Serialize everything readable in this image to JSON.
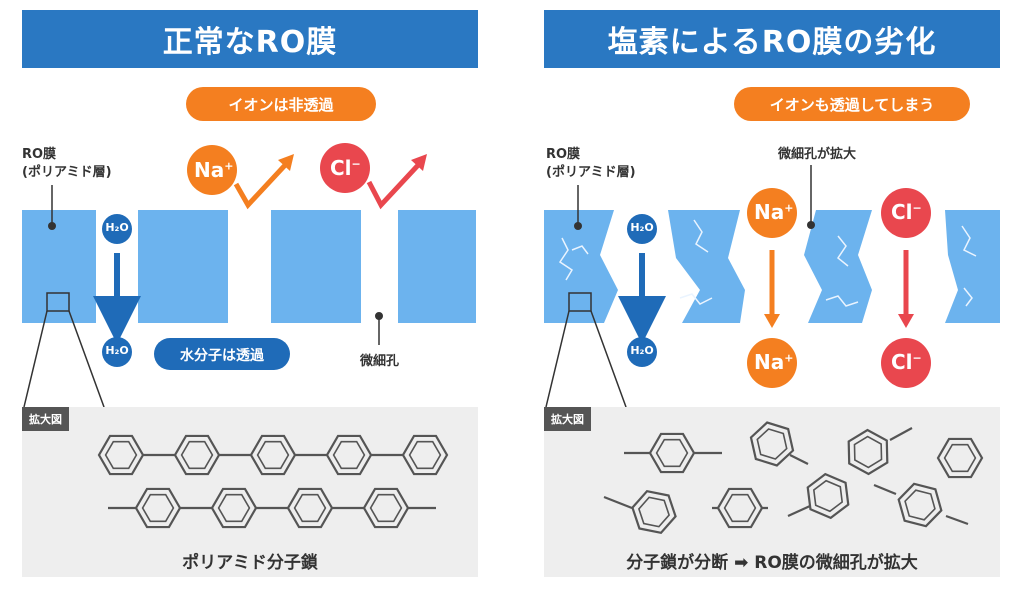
{
  "left": {
    "title": "正常なRO膜",
    "pill": "イオンは非透過",
    "membrane_label_line1": "RO膜",
    "membrane_label_line2": "(ポリアミド層)",
    "water_top": "H₂O",
    "water_bottom": "H₂O",
    "water_pill": "水分子は透過",
    "pore_label": "微細孔",
    "ion_na": "Na",
    "ion_cl": "Cl",
    "zoom_tag": "拡大図",
    "caption": "ポリアミド分子鎖"
  },
  "right": {
    "title": "塩素によるRO膜の劣化",
    "pill": "イオンも透過してしまう",
    "membrane_label_line1": "RO膜",
    "membrane_label_line2": "(ポリアミド層)",
    "pore_label": "微細孔が拡大",
    "water_top": "H₂O",
    "water_bottom": "H₂O",
    "ion_na_top": "Na",
    "ion_cl_top": "Cl",
    "ion_na_bottom": "Na",
    "ion_cl_bottom": "Cl",
    "zoom_tag": "拡大図",
    "caption": "分子鎖が分断 ➡ RO膜の微細孔が拡大"
  },
  "colors": {
    "title_blue": "#2a78c2",
    "membrane": "#6cb3ee",
    "orange": "#f47f20",
    "red": "#e9474e",
    "dark_blue": "#1f6bb8",
    "zoom_bg": "#eeeeee"
  }
}
